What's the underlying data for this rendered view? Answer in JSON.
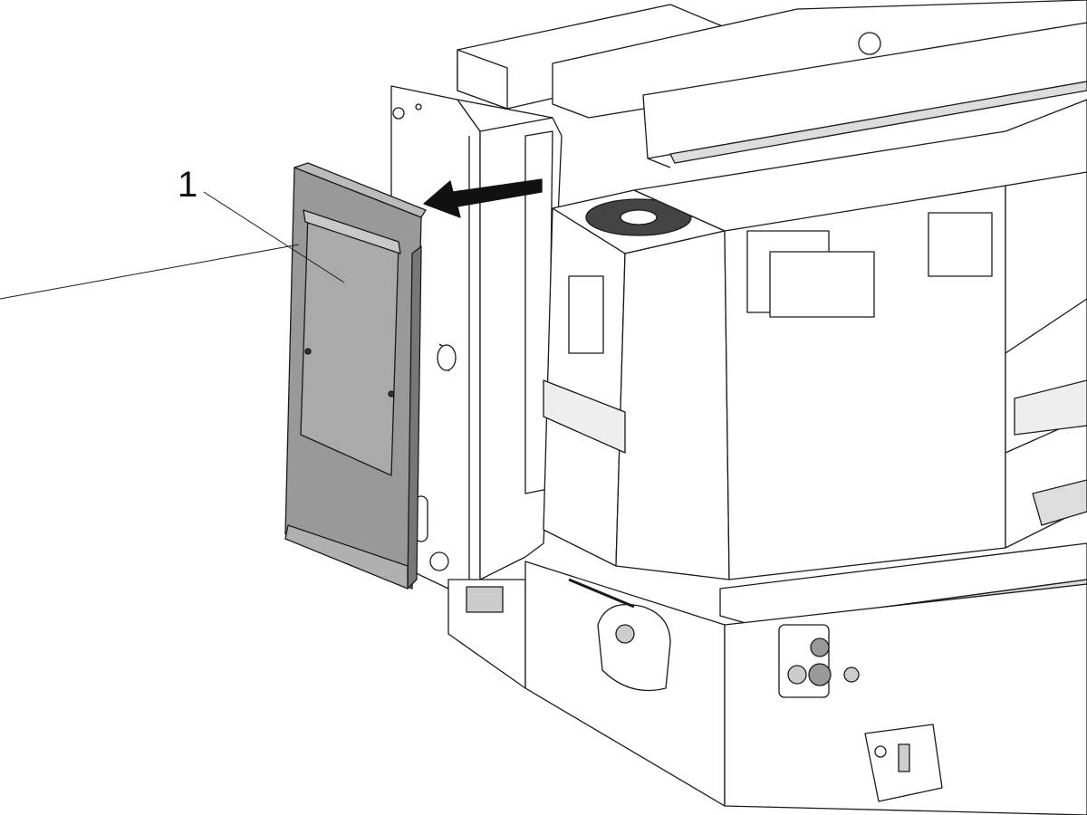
{
  "figure": {
    "callouts": [
      {
        "label": "1",
        "part": "cover-panel"
      }
    ],
    "removal_direction": "left",
    "colors": {
      "line": "#1a1a1a",
      "panel_fill": "#999999",
      "machine_fill": "#ffffff",
      "arrow": "#111111"
    }
  }
}
